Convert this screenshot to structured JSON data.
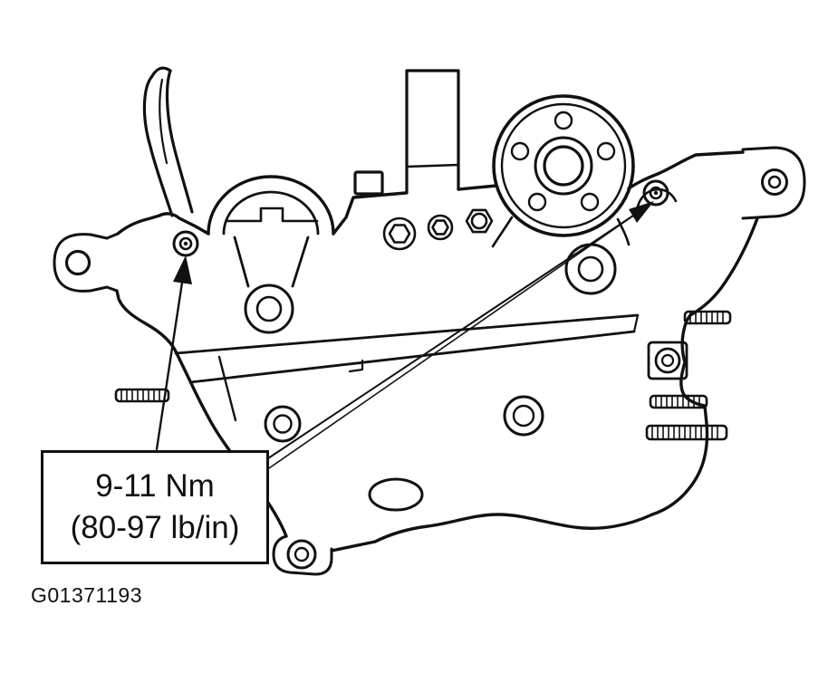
{
  "diagram": {
    "callout": {
      "line1": "9-11 Nm",
      "line2": "(80-97 lb/in)"
    },
    "figure_id": "G01371193",
    "colors": {
      "line": "#111111",
      "background": "#ffffff"
    },
    "drawing_parts": [
      "shift-lever",
      "center-shaft",
      "pulley-hub-flange",
      "saddle-clamp",
      "left-clevis-mount",
      "right-clevis-mount",
      "left-torque-bolt",
      "right-torque-bolt",
      "threaded-studs",
      "torque-arrows"
    ]
  }
}
